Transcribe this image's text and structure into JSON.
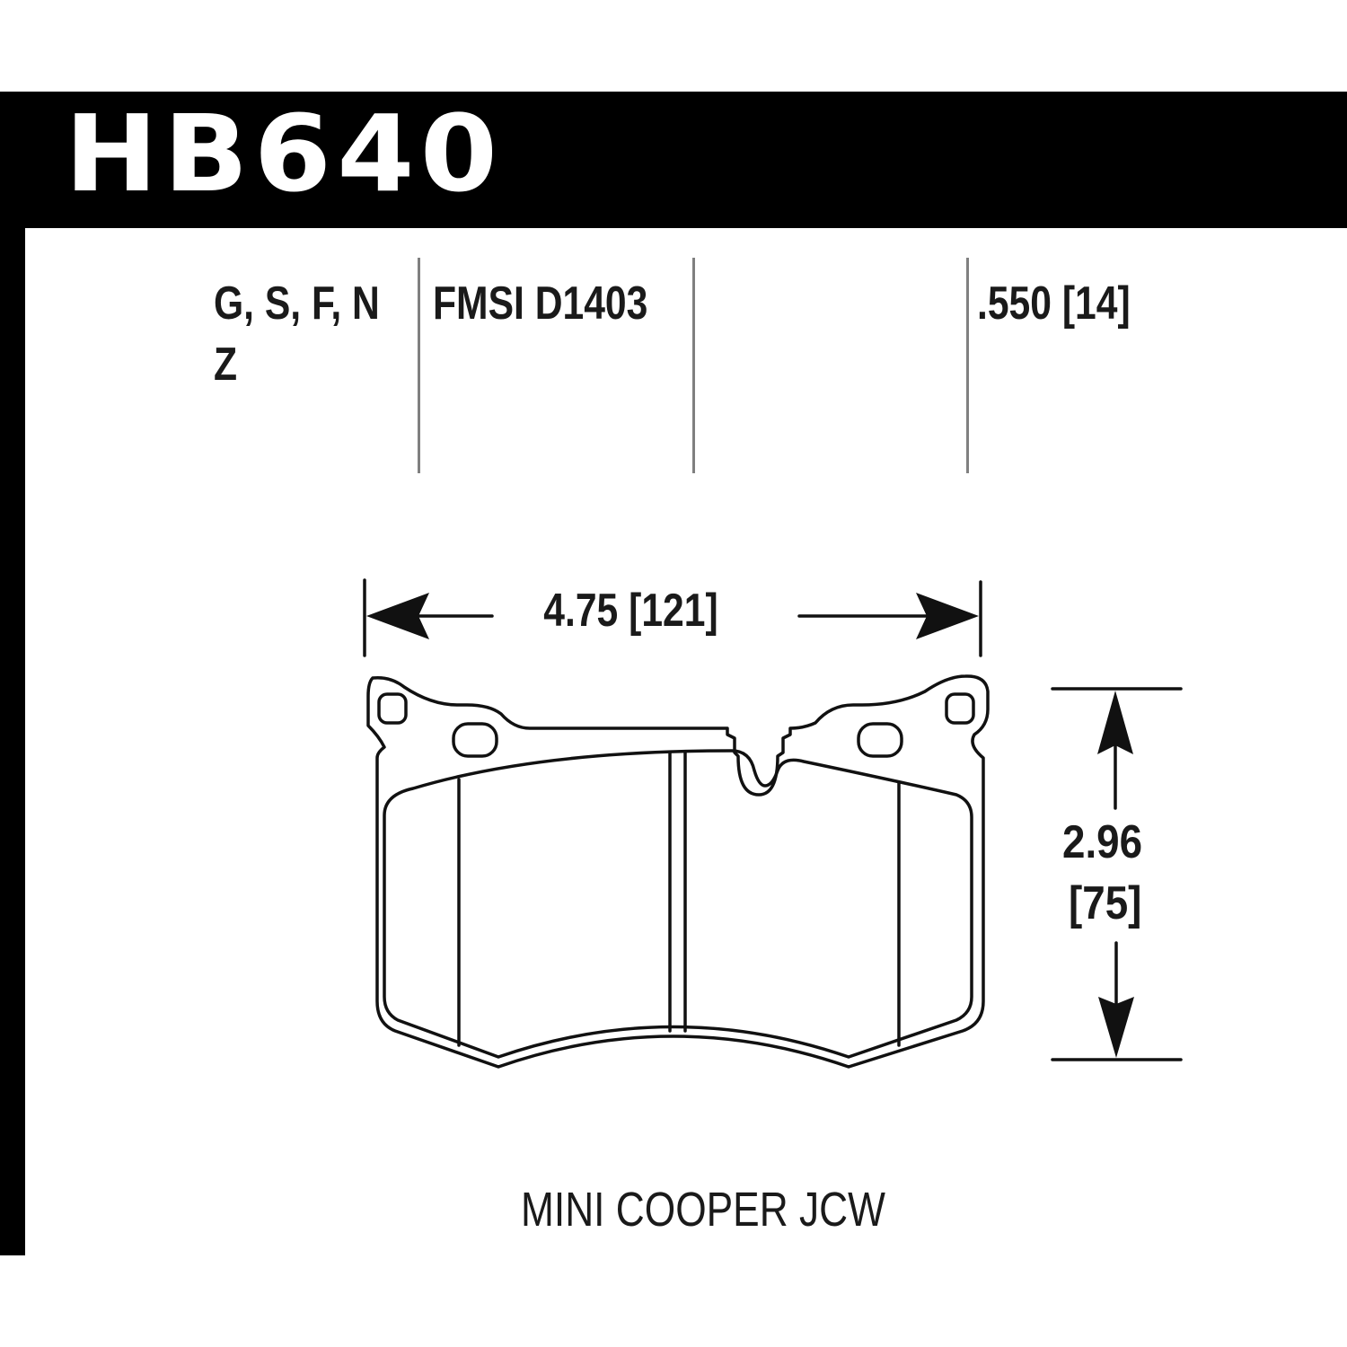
{
  "header": {
    "part_number": "HB640"
  },
  "specs": {
    "compounds_line1": "G, S, F, N",
    "compounds_line2": "Z",
    "fmsi": "FMSI D1403",
    "thickness": ".550 [14]"
  },
  "dimensions": {
    "width": "4.75 [121]",
    "height_in": "2.96",
    "height_mm": "[75]"
  },
  "vehicle": "MINI COOPER JCW",
  "colors": {
    "bar": "#000000",
    "text": "#1a1a1a",
    "divider": "#808080",
    "line": "#111111"
  }
}
